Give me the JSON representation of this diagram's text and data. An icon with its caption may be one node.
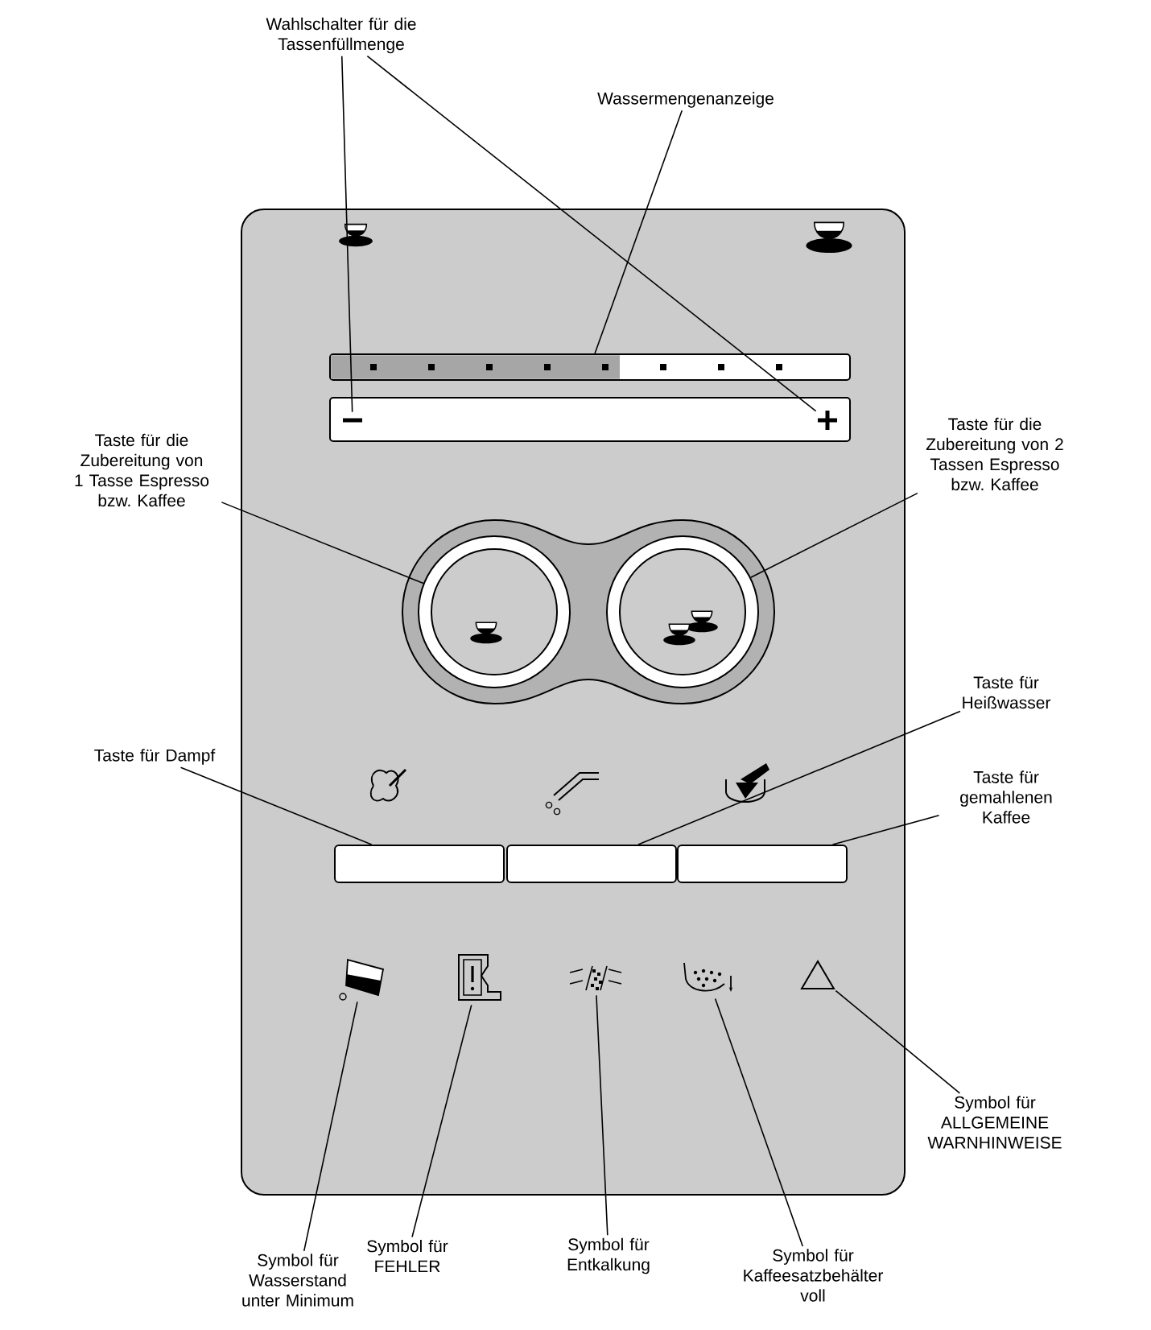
{
  "diagram": {
    "nodes": [
      {
        "text": [
          "Wahlschalter für die Tassenfüllmenge"
        ]
      },
      {
        "text": [
          "Wassermengenanzeige"
        ]
      },
      {
        "text": [],
        "shape": "bar"
      },
      {
        "text": [],
        "shape": "bar"
      },
      {
        "text": [],
        "shape": "minus",
        "in": 3
      },
      {
        "text": [],
        "shape": "plus",
        "in": 3
      },
      {
        "text": [
          "Taste für die Zubereitung von 1 Tasse Espresso bzw. Kaffee"
        ]
      },
      {
        "text": [
          "Taste für die Zubereitung von 2 Tassen Espresso bzw. Kaffee"
        ]
      },
      {
        "text": [],
        "shape": "circle"
      },
      {
        "text": [],
        "shape": "circle"
      },
      {
        "text": [
          "Taste für Heißwasser"
        ]
      },
      {
        "text": [
          "Taste für Dampf"
        ]
      },
      {
        "text": [
          "Taste für gemahlenen Kaffee"
        ]
      },
      {
        "text": [],
        "shape": "box"
      },
      {
        "text": [],
        "shape": "box"
      },
      {
        "text": [],
        "shape": "box"
      },
      {
        "text": [],
        "shape": "pitcher"
      },
      {
        "text": [],
        "shape": "machine"
      },
      {
        "text": [],
        "shape": "filter"
      },
      {
        "text": [],
        "shape": "container"
      },
      {
        "text": [],
        "shape": "triangle"
      },
      {
        "text": [
          "Symbol für ALLGEMEINE WARNHINWEISE"
        ]
      },
      {
        "text": [
          "Symbol für Wasserstand unter Minimum"
        ]
      },
      {
        "text": [
          "Symbol für FEHLER"
        ]
      },
      {
        "text": [
          "Symbol für Entkalkung"
        ]
      },
      {
        "text": [
          "Symbol für Kaffeesatzbehälter voll"
        ]
      }
    ],
    "edges": [
      {
        "from": 0,
        "to": 4,
        "arrow": "none"
      },
      {
        "from": 0,
        "to": 5,
        "arrow": "none"
      },
      {
        "from": 1,
        "to": 2,
        "arrow": "none"
      },
      {
        "from": 6,
        "to": 8,
        "arrow": "none"
      },
      {
        "from": 7,
        "to": 9,
        "arrow": "none"
      },
      {
        "from": 11,
        "to": 13,
        "arrow": "none"
      },
      {
        "from": 10,
        "to": 14,
        "arrow": "none"
      },
      {
        "from": 12,
        "to": 15,
        "arrow": "none"
      },
      {
        "from": 22,
        "to": 16,
        "arrow": "none"
      },
      {
        "from": 23,
        "to": 17,
        "arrow": "none"
      },
      {
        "from": 24,
        "to": 18,
        "arrow": "none"
      },
      {
        "from": 25,
        "to": 19,
        "arrow": "none"
      },
      {
        "from": 21,
        "to": 20,
        "arrow": "none"
      }
    ]
  }
}
